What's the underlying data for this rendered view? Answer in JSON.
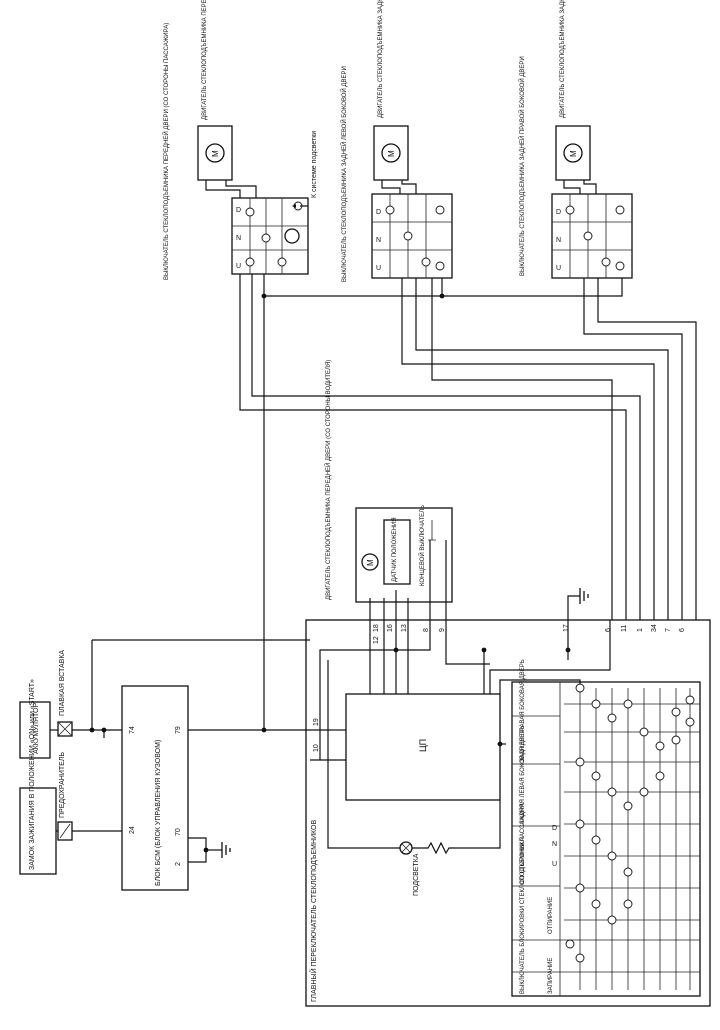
{
  "source": {
    "ignition": "ЗАМОК ЗАЖИГАНИЯ В ПОЛОЖЕНИИ «ON» или «START»",
    "battery": "АККУМУЛЯТОР",
    "fusible_link": "ПЛАВКАЯ ВСТАВКА",
    "fuse": "ПРЕДОХРАНИТЕЛЬ"
  },
  "bcm": {
    "label": "БЛОК БСМ (БЛОК УПРАВЛЕНИЯ КУЗОВОМ)",
    "pins": [
      "24",
      "74",
      "79",
      "70",
      "2"
    ]
  },
  "main_switch": {
    "label": "ГЛАВНЫЙ ПЕРЕКЛЮЧАТЕЛЬ СТЕКЛОПОДЪЕМНИКОВ",
    "cpu": "ЦП",
    "illumination": "ПОДСВЕТКА",
    "pins_top": [
      "19",
      "10",
      "18",
      "12",
      "16",
      "13",
      "8",
      "9",
      "17",
      "6",
      "11",
      "1",
      "34",
      "7",
      "6"
    ]
  },
  "driver_motor": {
    "label": "ДВИГАТЕЛЬ СТЕКЛОПОДЪЕМНИКА ПЕРЕДНЕЙ ДВЕРИ (СО СТОРОНЫ ВОДИТЕЛЯ)",
    "sensor": "ДАТЧИК ПОЛОЖЕНИЯ",
    "limit_switch": "КОНЦЕВОЙ ВЫКЛЮЧАТЕЛЬ"
  },
  "switch_table": {
    "col_header_1": "ВЫКЛЮЧАТЕЛЬ БЛОКИРОВКИ СТЕКЛОПОДЪЕМНИКА",
    "col_header_2": "ЗАПИРАНИЕ",
    "col_header_3": "ОТПИРАНИЕ",
    "group_1": "СО СТОРОНЫ ПАССАЖИРА",
    "group_2": "ЗАДНЯЯ ЛЕВАЯ БОКОВАЯ ДВЕРЬ",
    "group_3": "ЗАДНЯЯ ПРАВАЯ БОКОВАЯ ДВЕРЬ",
    "positions": [
      "U",
      "N",
      "D"
    ]
  },
  "switches": [
    {
      "label": "ВЫКЛЮЧАТЕЛЬ СТЕКЛОПОДЪЕМНИКА ПЕРЕДНЕЙ ДВЕРИ (СО СТОРОНЫ ПАССАЖИРА)",
      "motor": "ДВИГАТЕЛЬ СТЕКЛОПОДЪЕМНИКА ПЕРЕДНЕЙ ДВЕРИ (СО СТОРОНЫ ПАССАЖИРА)",
      "note": "К системе подсветки",
      "positions": [
        "U",
        "N",
        "D"
      ]
    },
    {
      "label": "ВЫКЛЮЧАТЕЛЬ СТЕКЛОПОДЪЕМНИКА ЗАДНЕЙ ЛЕВОЙ БОКОВОЙ ДВЕРИ",
      "motor": "ДВИГАТЕЛЬ СТЕКЛОПОДЪЕМНИКА ЗАДНЕЙ ЛЕВОЙ БОКОВОЙ ДВЕРИ",
      "positions": [
        "U",
        "N",
        "D"
      ]
    },
    {
      "label": "ВЫКЛЮЧАТЕЛЬ СТЕКЛОПОДЪЕМНИКА ЗАДНЕЙ ПРАВОЙ БОКОВОЙ ДВЕРИ",
      "motor": "ДВИГАТЕЛЬ СТЕКЛОПОДЪЕМНИКА ЗАДНЕЙ ПРАВОЙ БОКОВОЙ ДВЕРИ",
      "positions": [
        "U",
        "N",
        "D"
      ]
    }
  ],
  "motor_symbol": "M"
}
